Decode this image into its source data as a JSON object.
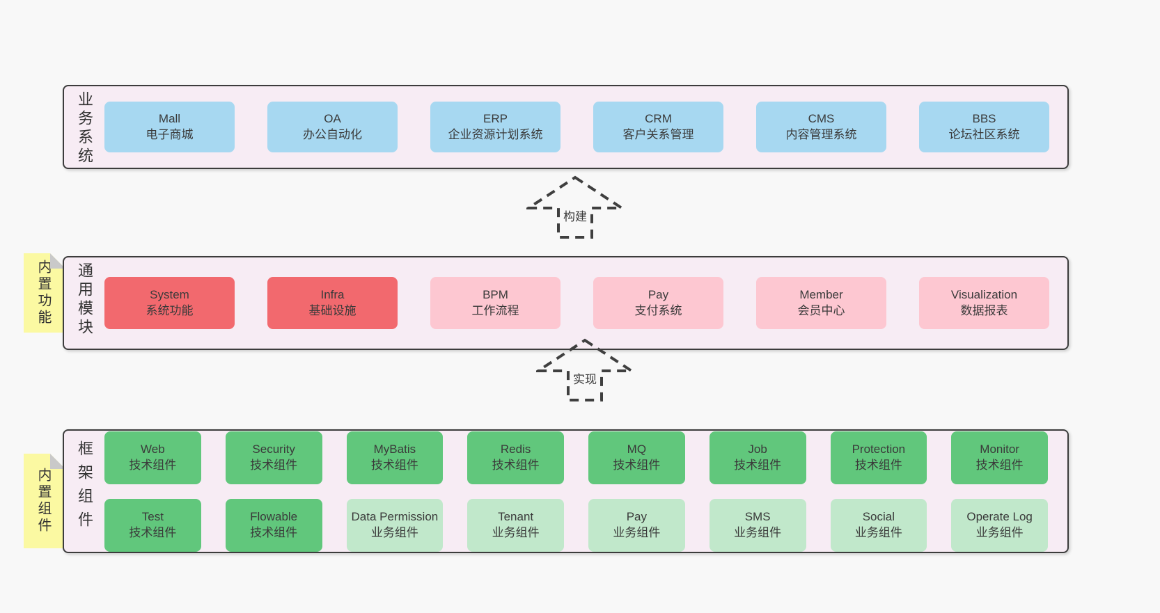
{
  "colors": {
    "page_bg": "#f8f8f8",
    "panel_bg": "#f7ecf4",
    "panel_border": "#3c3c3c",
    "blue": "#a7d8f1",
    "red": "#f2696e",
    "pink": "#fdc7d1",
    "green_dark": "#61c77c",
    "green_light": "#c1e8cb",
    "note_yellow": "#fbf9a2",
    "note_fold": "#c9c9c9"
  },
  "arrows": {
    "build": "构建",
    "implement": "实现"
  },
  "business": {
    "side_label": "业务系统",
    "items": [
      {
        "name": "Mall",
        "desc": "电子商城"
      },
      {
        "name": "OA",
        "desc": "办公自动化"
      },
      {
        "name": "ERP",
        "desc": "企业资源计划系统"
      },
      {
        "name": "CRM",
        "desc": "客户关系管理"
      },
      {
        "name": "CMS",
        "desc": "内容管理系统"
      },
      {
        "name": "BBS",
        "desc": "论坛社区系统"
      }
    ]
  },
  "modules": {
    "side_label": "通用模块",
    "note_label": "内置功能",
    "items": [
      {
        "name": "System",
        "desc": "系统功能"
      },
      {
        "name": "Infra",
        "desc": "基础设施"
      },
      {
        "name": "BPM",
        "desc": "工作流程"
      },
      {
        "name": "Pay",
        "desc": "支付系统"
      },
      {
        "name": "Member",
        "desc": "会员中心"
      },
      {
        "name": "Visualization",
        "desc": "数据报表"
      }
    ]
  },
  "components": {
    "side_label": "框架组件",
    "note_label": "内置组件",
    "row1": [
      {
        "name": "Web",
        "desc": "技术组件"
      },
      {
        "name": "Security",
        "desc": "技术组件"
      },
      {
        "name": "MyBatis",
        "desc": "技术组件"
      },
      {
        "name": "Redis",
        "desc": "技术组件"
      },
      {
        "name": "MQ",
        "desc": "技术组件"
      },
      {
        "name": "Job",
        "desc": "技术组件"
      },
      {
        "name": "Protection",
        "desc": "技术组件"
      },
      {
        "name": "Monitor",
        "desc": "技术组件"
      }
    ],
    "row2": [
      {
        "name": "Test",
        "desc": "技术组件"
      },
      {
        "name": "Flowable",
        "desc": "技术组件"
      },
      {
        "name": "Data Permission",
        "desc": "业务组件"
      },
      {
        "name": "Tenant",
        "desc": "业务组件"
      },
      {
        "name": "Pay",
        "desc": "业务组件"
      },
      {
        "name": "SMS",
        "desc": "业务组件"
      },
      {
        "name": "Social",
        "desc": "业务组件"
      },
      {
        "name": "Operate Log",
        "desc": "业务组件"
      }
    ]
  }
}
